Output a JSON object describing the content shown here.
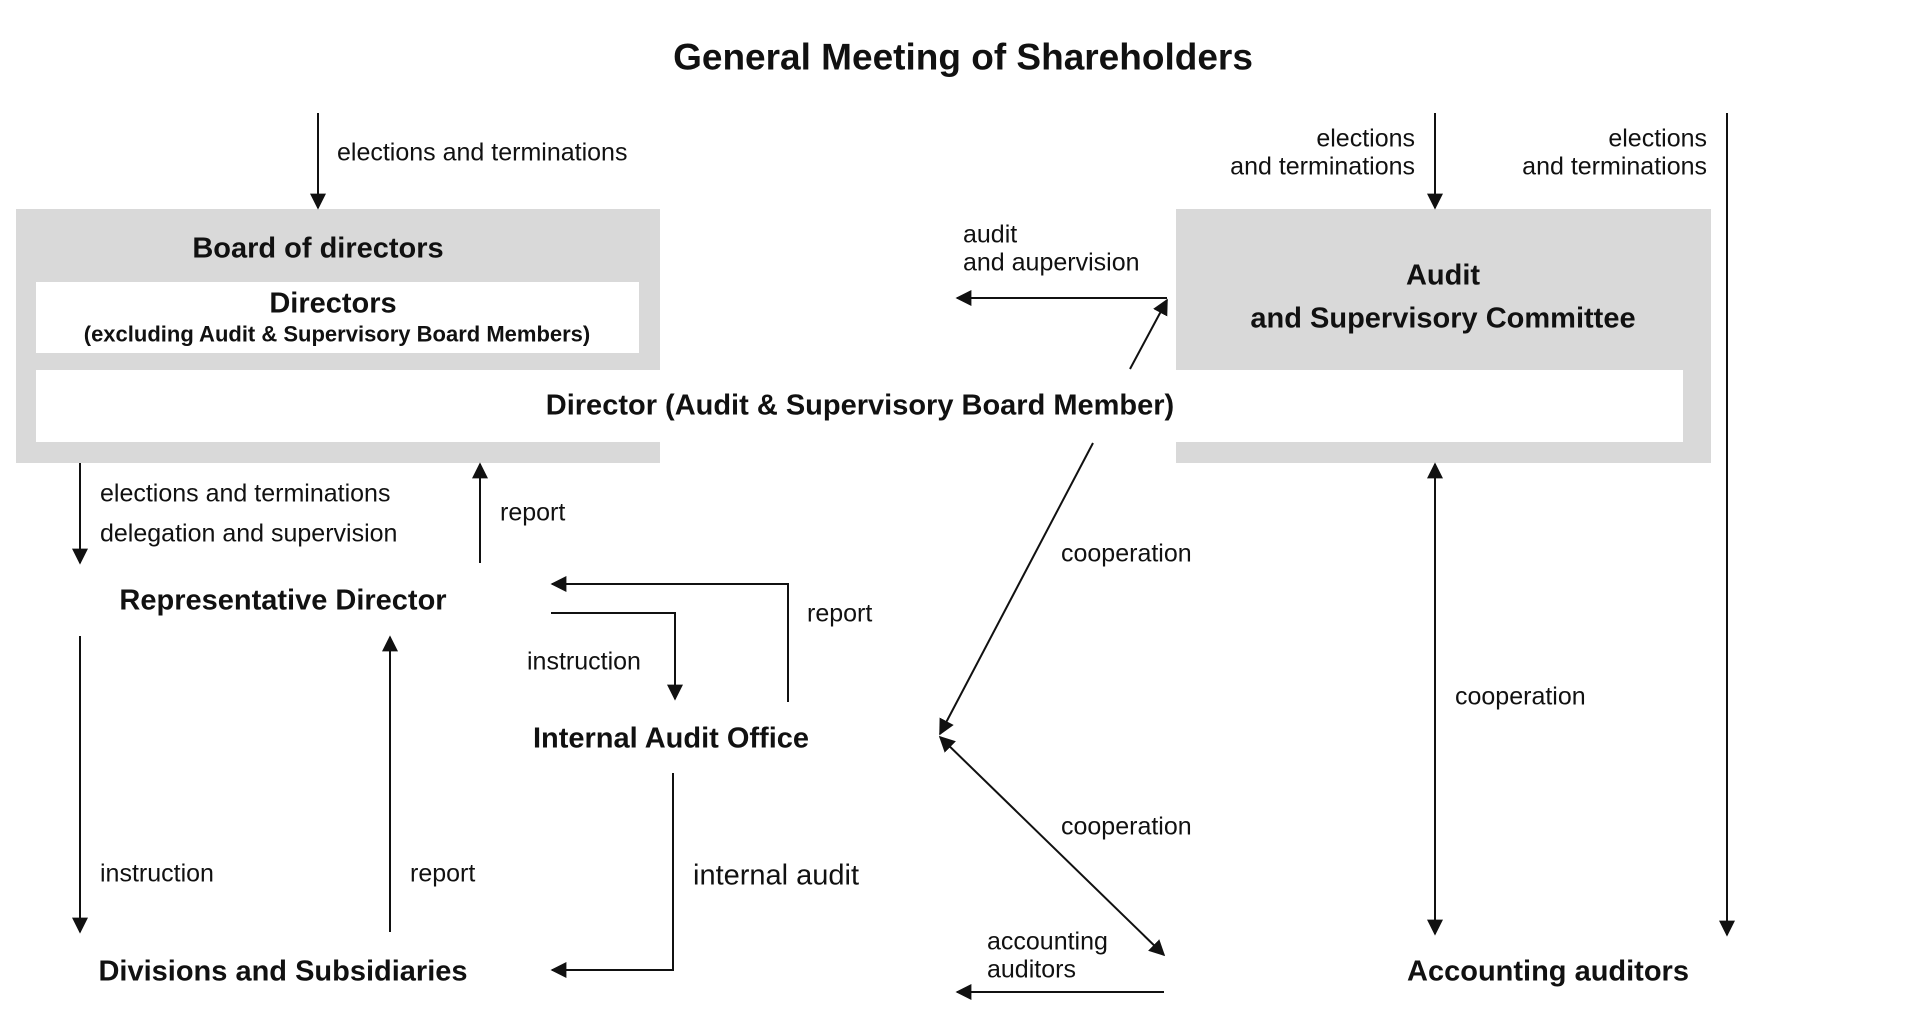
{
  "title": "General Meeting of Shareholders",
  "nodes": {
    "board": "Board of directors",
    "directors": "Directors",
    "directors_sub": "(excluding Audit & Supervisory Board Members)",
    "director_audit": "Director (Audit & Supervisory Board Member)",
    "committee_line1": "Audit",
    "committee_line2": "and Supervisory Committee",
    "rep_director": "Representative Director",
    "internal_audit_office": "Internal Audit Office",
    "divisions": "Divisions and Subsidiaries",
    "accounting_auditors": "Accounting auditors"
  },
  "labels": {
    "elections_board": "elections and terminations",
    "elections_committee_1": "elections",
    "elections_committee_2": "and terminations",
    "elections_auditors_1": "elections",
    "elections_auditors_2": "and terminations",
    "audit_supervision_1": "audit",
    "audit_supervision_2": "and aupervision",
    "elections_rep": "elections and terminations",
    "delegation": "delegation and supervision",
    "report_board": "report",
    "instruction_iao": "instruction",
    "report_iao": "report",
    "instruction_div": "instruction",
    "report_div": "report",
    "internal_audit": "internal audit",
    "cooperation_upper": "cooperation",
    "cooperation_lower": "cooperation",
    "cooperation_right": "cooperation",
    "accounting_auditors_1": "accounting",
    "accounting_auditors_2": "auditors"
  },
  "colors": {
    "box": "#d9d9d9",
    "line": "#111111"
  }
}
